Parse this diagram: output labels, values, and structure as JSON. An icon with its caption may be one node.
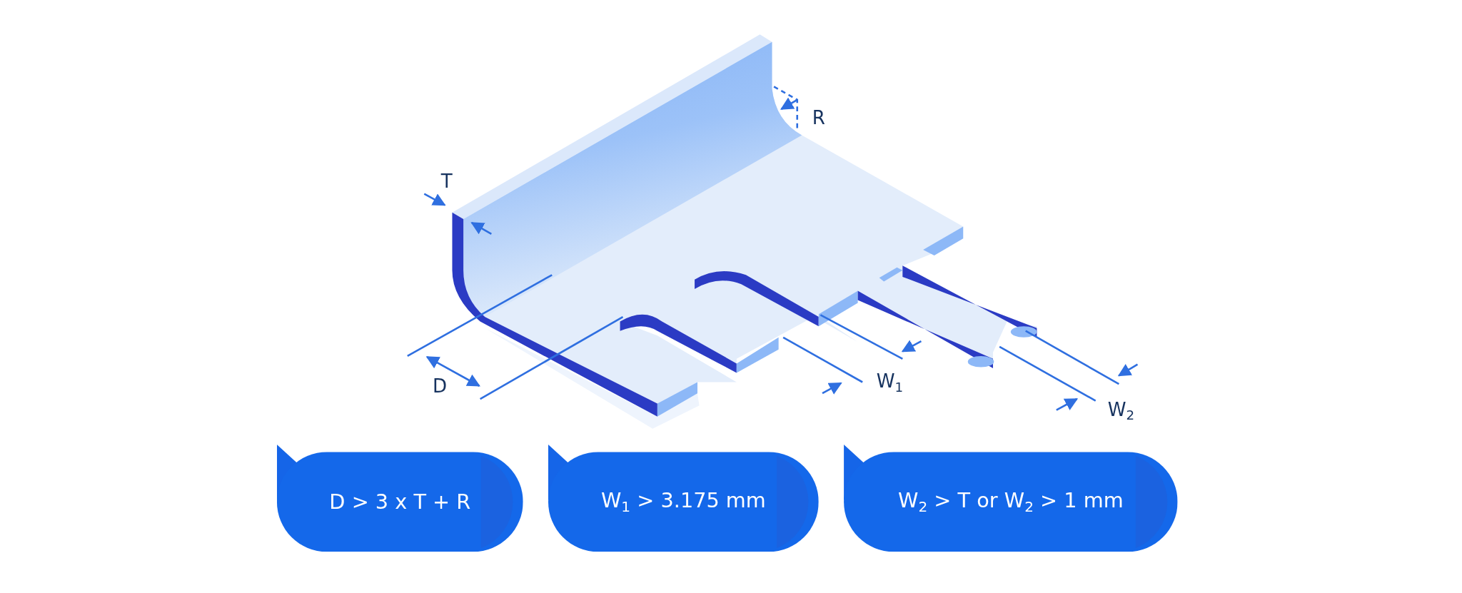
{
  "diagram": {
    "nodes": [
      {
        "text": [
          "D > 3 x T + R"
        ]
      },
      {
        "text": [
          "W$_{1}$ > 3.175 mm"
        ]
      },
      {
        "text": [
          "W$_{2}$ > T or W$_{2}$ > 1 mm"
        ]
      }
    ],
    "edges": [],
    "labels": [
      "T",
      "R",
      "D",
      "W$_{1}$",
      "W$_{2}$"
    ]
  }
}
